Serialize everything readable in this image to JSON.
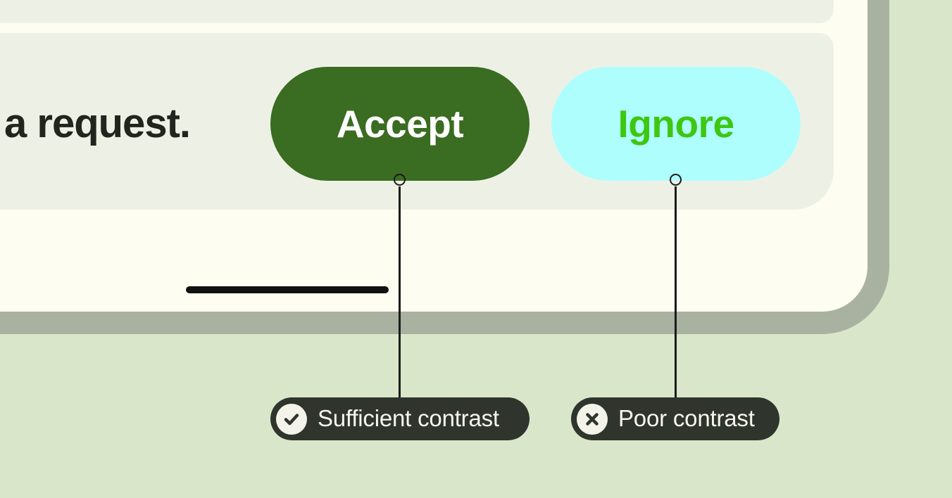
{
  "scene": {
    "background_color": "#D9E6CA"
  },
  "device": {
    "frame_color": "#A9B2A0",
    "screen_color": "#FDFDF2",
    "home_indicator_color": "#111111"
  },
  "notification": {
    "panel_color": "#EDF1E5",
    "message_text": "a request.",
    "message_color": "#20251E",
    "buttons": [
      {
        "label": "Accept",
        "bg": "#3A6C21",
        "fg": "#FFFFFF",
        "contrast": "sufficient"
      },
      {
        "label": "Ignore",
        "bg": "#AEFEFE",
        "fg": "#3EC711",
        "contrast": "poor"
      }
    ]
  },
  "annotations": {
    "line_color": "#1B1B1B",
    "chip_bg": "#2F342D",
    "chip_fg": "#F7F6ED",
    "icon_circle_color": "#F4F3EA",
    "icon_glyph_color": "#2F342D",
    "items": [
      {
        "label": "Sufficient contrast",
        "icon": "check"
      },
      {
        "label": "Poor contrast",
        "icon": "x"
      }
    ]
  }
}
